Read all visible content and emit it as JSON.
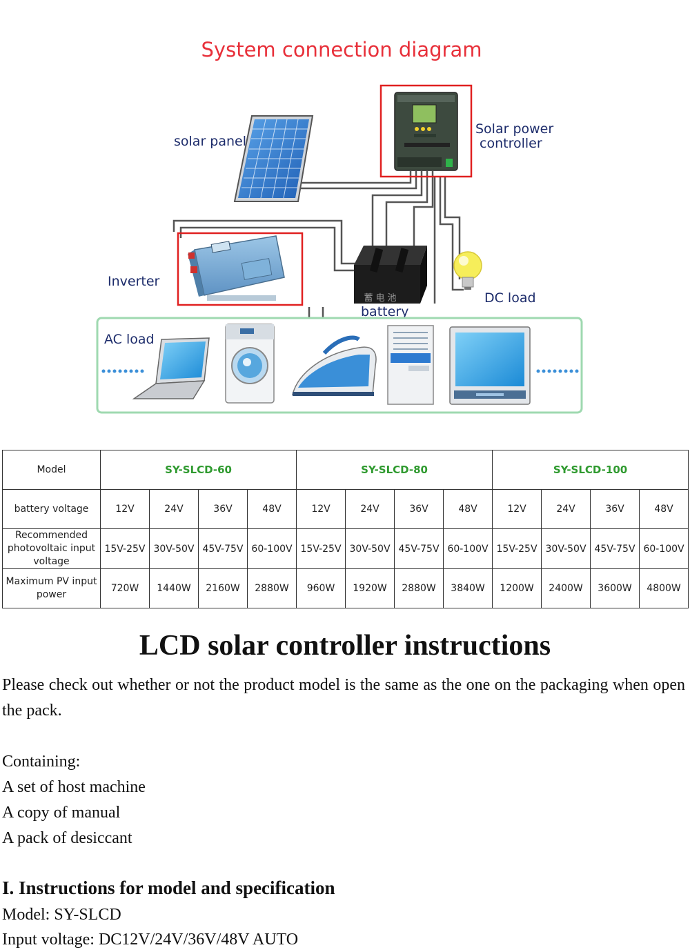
{
  "diagram": {
    "title": "System connection diagram",
    "labels": {
      "solar_panel": "solar panel",
      "controller_line1": "Solar power",
      "controller_line2": "controller",
      "inverter": "Inverter",
      "battery": "battery",
      "battery_chinese": "蓄电池",
      "dc_load": "DC load",
      "ac_load": "AC load"
    },
    "colors": {
      "title": "#e8303a",
      "label": "#1d2c6b",
      "highlight_box": "#e02020",
      "ac_frame": "#9fd9b0",
      "wire": "#555555"
    },
    "icons": [
      "solar-panel-icon",
      "controller-icon",
      "inverter-icon",
      "battery-icon",
      "light-bulb-icon",
      "laptop-icon",
      "washing-machine-icon",
      "iron-icon",
      "air-conditioner-icon",
      "tv-icon"
    ]
  },
  "table": {
    "model_label": "Model",
    "models": [
      "SY-SLCD-60",
      "SY-SLCD-80",
      "SY-SLCD-100"
    ],
    "rows": [
      {
        "label": "battery voltage",
        "values": [
          "12V",
          "24V",
          "36V",
          "48V",
          "12V",
          "24V",
          "36V",
          "48V",
          "12V",
          "24V",
          "36V",
          "48V"
        ]
      },
      {
        "label": "Recommended photovoltaic input voltage",
        "values": [
          "15V-25V",
          "30V-50V",
          "45V-75V",
          "60-100V",
          "15V-25V",
          "30V-50V",
          "45V-75V",
          "60-100V",
          "15V-25V",
          "30V-50V",
          "45V-75V",
          "60-100V"
        ]
      },
      {
        "label": "Maximum PV input power",
        "values": [
          "720W",
          "1440W",
          "2160W",
          "2880W",
          "960W",
          "1920W",
          "2880W",
          "3840W",
          "1200W",
          "2400W",
          "3600W",
          "4800W"
        ]
      }
    ]
  },
  "document": {
    "title": "LCD solar controller instructions",
    "intro": "Please check out whether or not the product model is the same as the one on the packaging when open the pack.",
    "containing_heading": "Containing:",
    "containing_items": [
      "A set of host machine",
      "A copy of manual",
      "A pack of desiccant"
    ],
    "section_heading": "I. Instructions for model and specification",
    "spec_lines": [
      "Model: SY-SLCD",
      "Input voltage: DC12V/24V/36V/48V AUTO"
    ]
  }
}
